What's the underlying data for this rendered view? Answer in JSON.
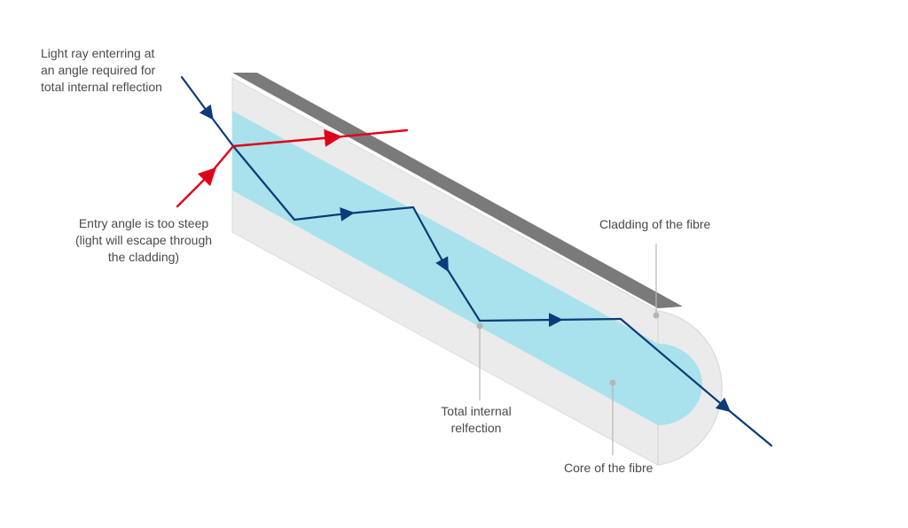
{
  "labels": {
    "entry_ray": [
      "Light ray enterring at",
      "an angle required for",
      "total internal reflection"
    ],
    "steep_angle": [
      "Entry angle is too steep",
      "(light will escape through",
      "the cladding)"
    ],
    "cladding": "Cladding of the fibre",
    "tir": [
      "Total internal",
      "relfection"
    ],
    "core": "Core of the fibre"
  },
  "colors": {
    "cladding_face": "#ebebeb",
    "cladding_top": "#7a7a7a",
    "core": "#a9e2ec",
    "ray_valid": "#0d3b7a",
    "ray_escape": "#e1001a",
    "leader": "#b5b5b5",
    "text": "#4a4a4a"
  }
}
